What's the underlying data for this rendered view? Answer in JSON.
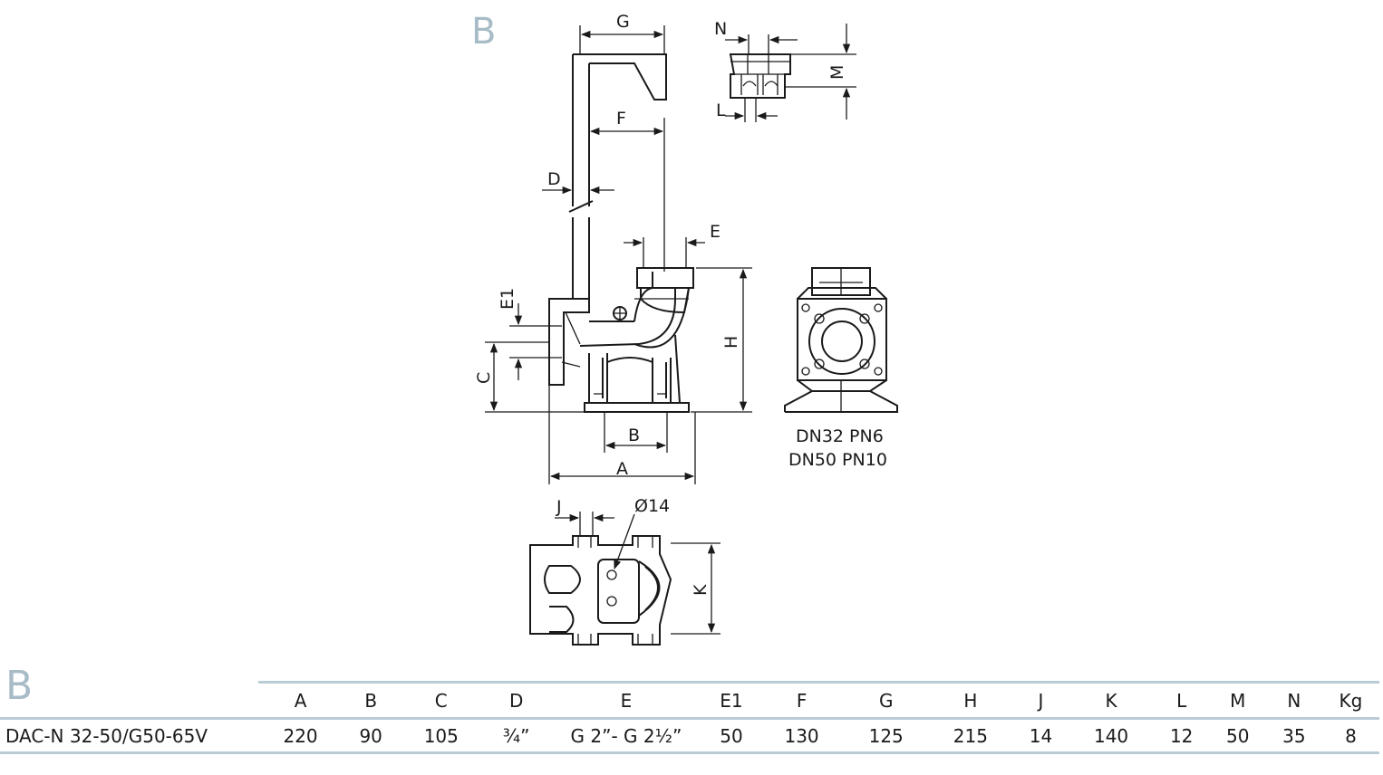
{
  "section_letter": "B",
  "drawing": {
    "dimension_labels": {
      "g": "G",
      "n": "N",
      "m": "M",
      "l": "L",
      "f": "F",
      "d": "D",
      "e": "E",
      "e1": "E1",
      "c": "C",
      "h": "H",
      "b": "B",
      "a": "A",
      "j": "J",
      "dia": "Ø14",
      "k": "K"
    },
    "flange_note": [
      "DN32 PN6",
      "DN50 PN10"
    ]
  },
  "table": {
    "headers": [
      "",
      "A",
      "B",
      "C",
      "D",
      "E",
      "E1",
      "F",
      "G",
      "H",
      "J",
      "K",
      "L",
      "M",
      "N",
      "Kg"
    ],
    "rows": [
      [
        "DAC-N 32-50/G50-65V",
        "220",
        "90",
        "105",
        "¾”",
        "G 2”- G 2½”",
        "50",
        "130",
        "125",
        "215",
        "14",
        "140",
        "12",
        "50",
        "35",
        "8"
      ]
    ]
  }
}
